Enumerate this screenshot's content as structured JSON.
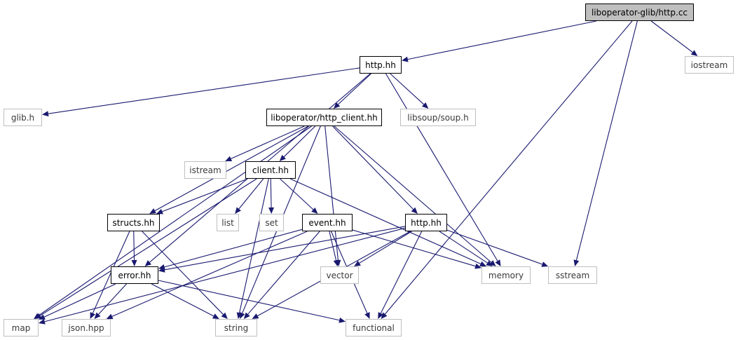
{
  "diagram": {
    "edge_color": "#191970",
    "root_fill": "#bfbfbf",
    "system_border": "#bfbfbf",
    "nodes": {
      "http_cc": {
        "label": "liboperator-glib/http.cc",
        "kind": "root"
      },
      "http_hh_top": {
        "label": "http.hh",
        "kind": "local"
      },
      "iostream": {
        "label": "iostream",
        "kind": "system"
      },
      "glib_h": {
        "label": "glib.h",
        "kind": "system"
      },
      "http_client_hh": {
        "label": "liboperator/http_client.hh",
        "kind": "local"
      },
      "libsoup": {
        "label": "libsoup/soup.h",
        "kind": "system"
      },
      "istream": {
        "label": "istream",
        "kind": "system"
      },
      "client_hh": {
        "label": "client.hh",
        "kind": "local"
      },
      "list": {
        "label": "list",
        "kind": "system"
      },
      "set": {
        "label": "set",
        "kind": "system"
      },
      "structs_hh": {
        "label": "structs.hh",
        "kind": "local"
      },
      "event_hh": {
        "label": "event.hh",
        "kind": "local"
      },
      "http_hh_inner": {
        "label": "http.hh",
        "kind": "local"
      },
      "error_hh": {
        "label": "error.hh",
        "kind": "local"
      },
      "vector": {
        "label": "vector",
        "kind": "system"
      },
      "memory": {
        "label": "memory",
        "kind": "system"
      },
      "sstream": {
        "label": "sstream",
        "kind": "system"
      },
      "map": {
        "label": "map",
        "kind": "system"
      },
      "json_hpp": {
        "label": "json.hpp",
        "kind": "system"
      },
      "string": {
        "label": "string",
        "kind": "system"
      },
      "functional": {
        "label": "functional",
        "kind": "system"
      }
    },
    "edges": [
      [
        "http_cc",
        "http_hh_top"
      ],
      [
        "http_cc",
        "iostream"
      ],
      [
        "http_cc",
        "sstream"
      ],
      [
        "http_cc",
        "functional"
      ],
      [
        "http_hh_top",
        "glib_h"
      ],
      [
        "http_hh_top",
        "http_client_hh"
      ],
      [
        "http_hh_top",
        "libsoup"
      ],
      [
        "http_hh_top",
        "error_hh"
      ],
      [
        "http_hh_top",
        "memory"
      ],
      [
        "http_client_hh",
        "istream"
      ],
      [
        "http_client_hh",
        "client_hh"
      ],
      [
        "http_client_hh",
        "structs_hh"
      ],
      [
        "http_client_hh",
        "map"
      ],
      [
        "http_client_hh",
        "vector"
      ],
      [
        "http_client_hh",
        "http_hh_inner"
      ],
      [
        "http_client_hh",
        "memory"
      ],
      [
        "http_client_hh",
        "string"
      ],
      [
        "client_hh",
        "list"
      ],
      [
        "client_hh",
        "set"
      ],
      [
        "client_hh",
        "structs_hh"
      ],
      [
        "client_hh",
        "event_hh"
      ],
      [
        "client_hh",
        "map"
      ],
      [
        "client_hh",
        "string"
      ],
      [
        "client_hh",
        "memory"
      ],
      [
        "structs_hh",
        "error_hh"
      ],
      [
        "structs_hh",
        "json_hpp"
      ],
      [
        "structs_hh",
        "string"
      ],
      [
        "event_hh",
        "error_hh"
      ],
      [
        "event_hh",
        "vector"
      ],
      [
        "event_hh",
        "memory"
      ],
      [
        "event_hh",
        "json_hpp"
      ],
      [
        "event_hh",
        "string"
      ],
      [
        "event_hh",
        "functional"
      ],
      [
        "http_hh_inner",
        "error_hh"
      ],
      [
        "http_hh_inner",
        "vector"
      ],
      [
        "http_hh_inner",
        "memory"
      ],
      [
        "http_hh_inner",
        "sstream"
      ],
      [
        "http_hh_inner",
        "map"
      ],
      [
        "http_hh_inner",
        "string"
      ],
      [
        "http_hh_inner",
        "functional"
      ],
      [
        "error_hh",
        "map"
      ],
      [
        "error_hh",
        "json_hpp"
      ],
      [
        "error_hh",
        "string"
      ],
      [
        "error_hh",
        "functional"
      ]
    ]
  }
}
